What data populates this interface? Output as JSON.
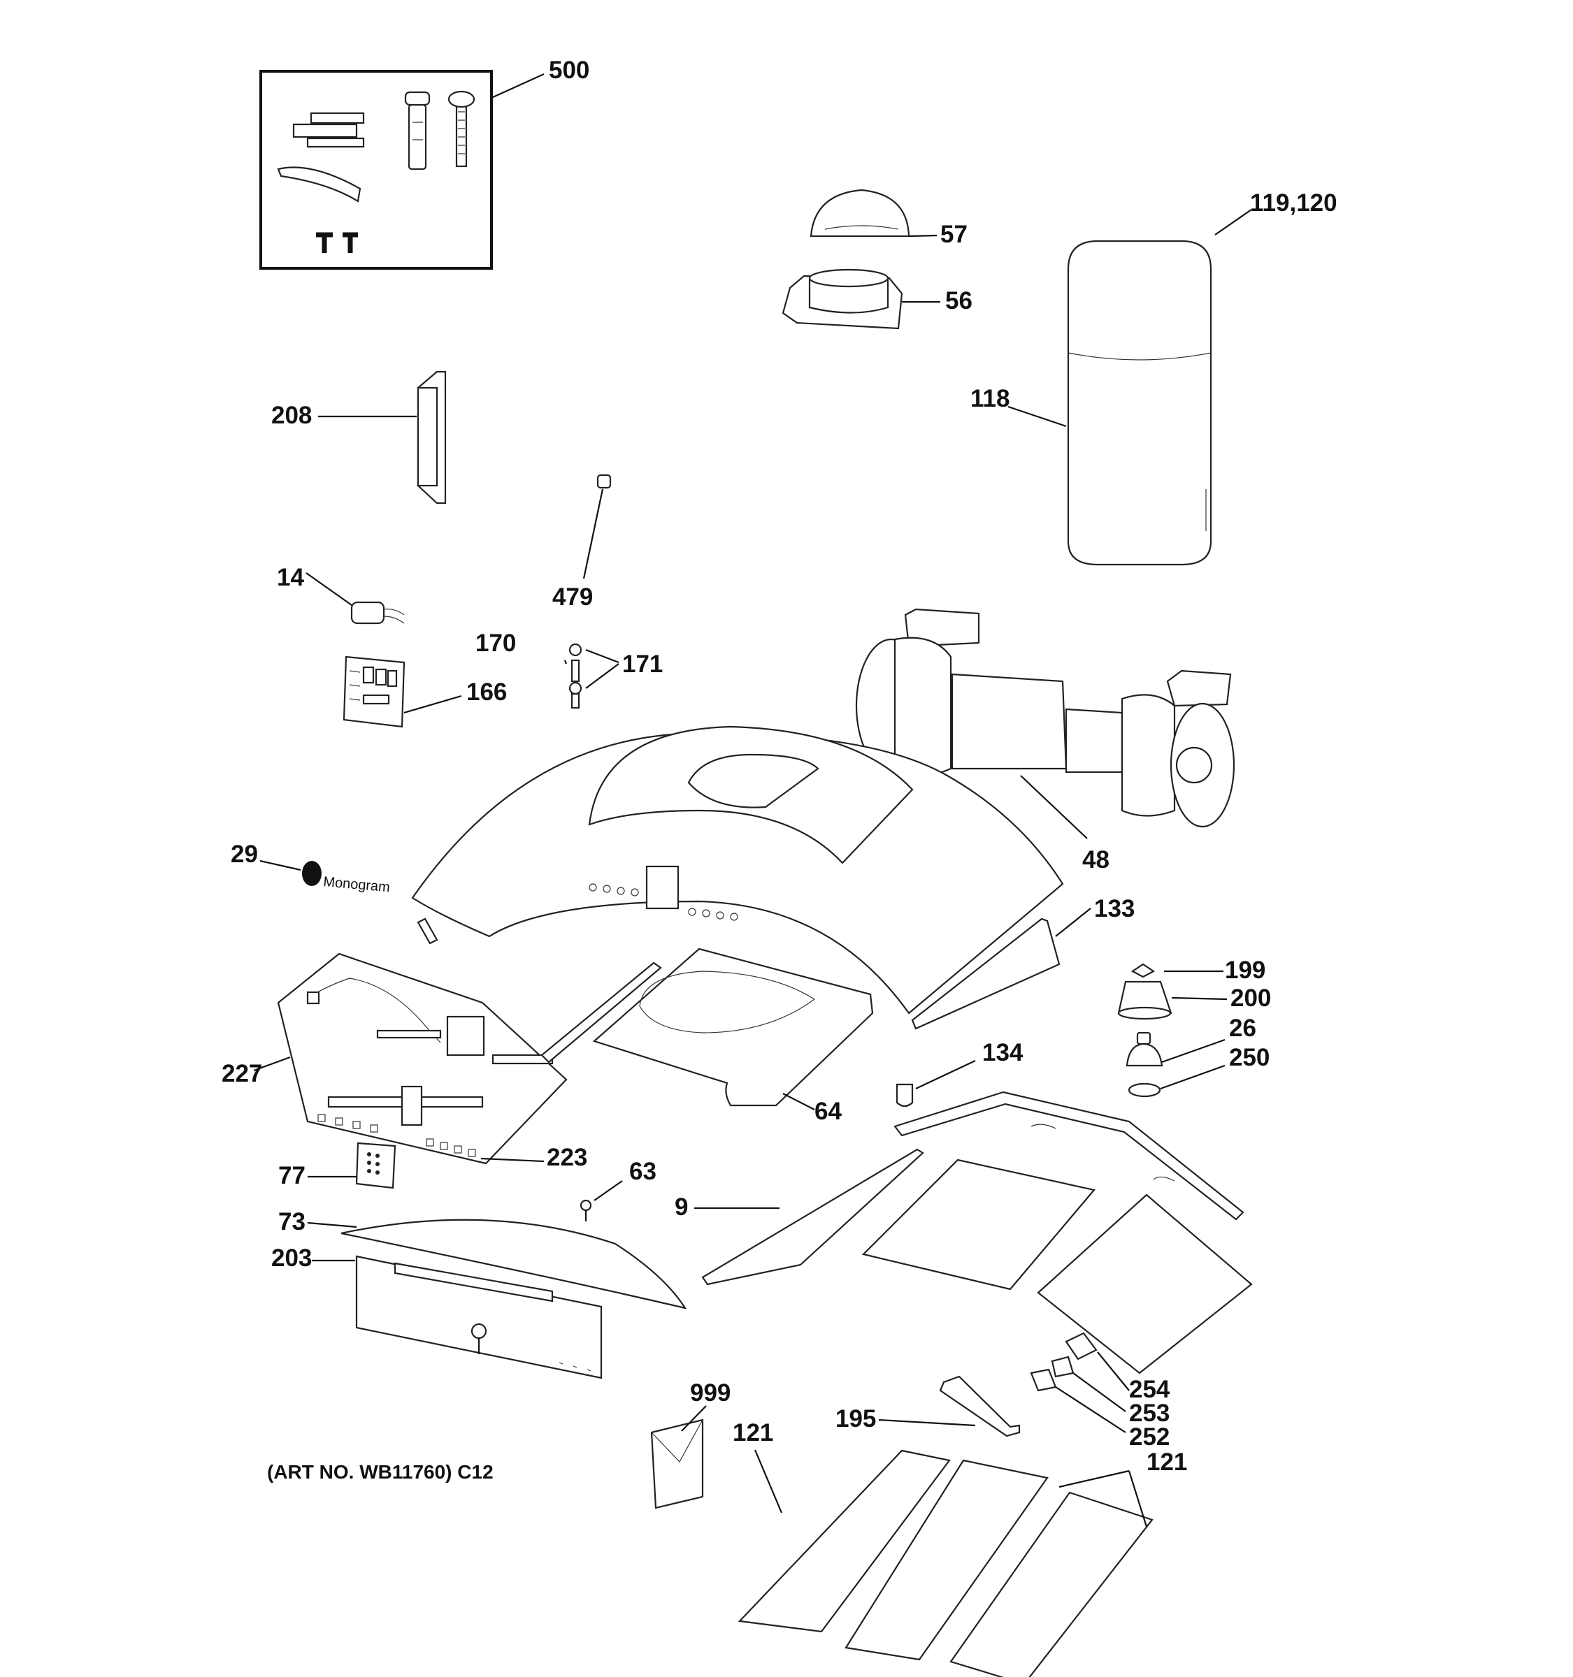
{
  "labels": {
    "l500": "500",
    "l57": "57",
    "l119": "119,120",
    "l56": "56",
    "l118": "118",
    "l208": "208",
    "l14": "14",
    "l479": "479",
    "l170": "170",
    "l171": "171",
    "l166": "166",
    "l48": "48",
    "l29": "29",
    "l133": "133",
    "l199": "199",
    "l200": "200",
    "l26": "26",
    "l227": "227",
    "l250": "250",
    "l134": "134",
    "l64": "64",
    "l223": "223",
    "l77": "77",
    "l63": "63",
    "l9": "9",
    "l73": "73",
    "l203": "203",
    "l254": "254",
    "l253": "253",
    "l252": "252",
    "l999": "999",
    "l195": "195",
    "l121a": "121",
    "l121b": "121"
  },
  "monogram_badge": "Monogram",
  "art_caption": "(ART NO. WB11760) C12"
}
